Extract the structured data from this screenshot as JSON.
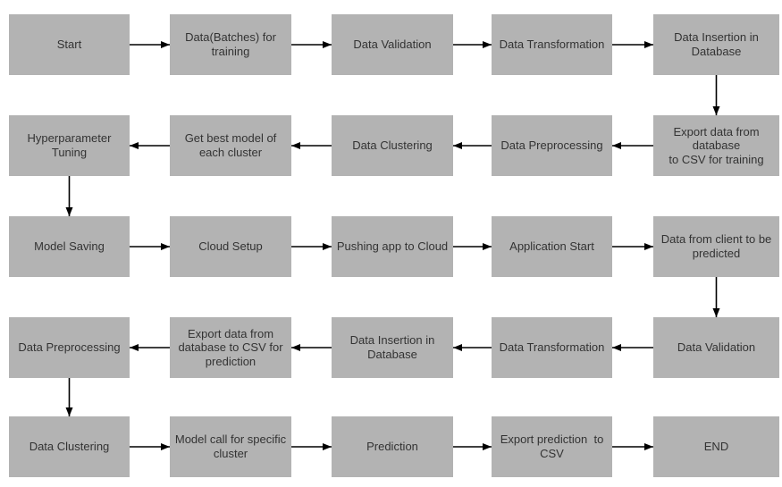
{
  "colors": {
    "box_fill": "#b3b3b3",
    "text": "#333333",
    "arrow": "#000000",
    "background": "#ffffff"
  },
  "diagram": {
    "title": "ML training and prediction pipeline flowchart",
    "nodes": [
      {
        "id": "start",
        "label": "Start",
        "row": 0,
        "col": 0
      },
      {
        "id": "data-batches-training",
        "label": "Data(Batches) for\ntraining",
        "row": 0,
        "col": 1
      },
      {
        "id": "data-validation-1",
        "label": "Data Validation",
        "row": 0,
        "col": 2
      },
      {
        "id": "data-transformation-1",
        "label": "Data Transformation",
        "row": 0,
        "col": 3
      },
      {
        "id": "data-insertion-1",
        "label": "Data Insertion in\nDatabase",
        "row": 0,
        "col": 4
      },
      {
        "id": "export-csv-training",
        "label": "Export data from\ndatabase\nto CSV for training",
        "row": 1,
        "col": 4
      },
      {
        "id": "data-preprocessing-1",
        "label": "Data Preprocessing",
        "row": 1,
        "col": 3
      },
      {
        "id": "data-clustering-1",
        "label": "Data Clustering",
        "row": 1,
        "col": 2
      },
      {
        "id": "get-best-model",
        "label": "Get best model of\neach cluster",
        "row": 1,
        "col": 1
      },
      {
        "id": "hyperparameter-tuning",
        "label": "Hyperparameter\nTuning",
        "row": 1,
        "col": 0
      },
      {
        "id": "model-saving",
        "label": "Model Saving",
        "row": 2,
        "col": 0
      },
      {
        "id": "cloud-setup",
        "label": "Cloud Setup",
        "row": 2,
        "col": 1
      },
      {
        "id": "pushing-app-to-cloud",
        "label": "Pushing app to Cloud",
        "row": 2,
        "col": 2
      },
      {
        "id": "application-start",
        "label": "Application Start",
        "row": 2,
        "col": 3
      },
      {
        "id": "data-from-client",
        "label": "Data from client to be\npredicted",
        "row": 2,
        "col": 4
      },
      {
        "id": "data-validation-2",
        "label": "Data Validation",
        "row": 3,
        "col": 4
      },
      {
        "id": "data-transformation-2",
        "label": "Data Transformation",
        "row": 3,
        "col": 3
      },
      {
        "id": "data-insertion-2",
        "label": "Data Insertion in\nDatabase",
        "row": 3,
        "col": 2
      },
      {
        "id": "export-csv-prediction",
        "label": "Export data from\ndatabase to CSV for\nprediction",
        "row": 3,
        "col": 1
      },
      {
        "id": "data-preprocessing-2",
        "label": "Data Preprocessing",
        "row": 3,
        "col": 0
      },
      {
        "id": "data-clustering-2",
        "label": "Data Clustering",
        "row": 4,
        "col": 0
      },
      {
        "id": "model-call-cluster",
        "label": "Model call for specific\ncluster",
        "row": 4,
        "col": 1
      },
      {
        "id": "prediction",
        "label": "Prediction",
        "row": 4,
        "col": 2
      },
      {
        "id": "export-prediction-csv",
        "label": "Export prediction  to\nCSV",
        "row": 4,
        "col": 3
      },
      {
        "id": "end",
        "label": "END",
        "row": 4,
        "col": 4
      }
    ],
    "edges": [
      {
        "from": 0,
        "to": 1
      },
      {
        "from": 1,
        "to": 2
      },
      {
        "from": 2,
        "to": 3
      },
      {
        "from": 3,
        "to": 4
      },
      {
        "from": 4,
        "to": 5
      },
      {
        "from": 5,
        "to": 6
      },
      {
        "from": 6,
        "to": 7
      },
      {
        "from": 7,
        "to": 8
      },
      {
        "from": 8,
        "to": 9
      },
      {
        "from": 9,
        "to": 10
      },
      {
        "from": 10,
        "to": 11
      },
      {
        "from": 11,
        "to": 12
      },
      {
        "from": 12,
        "to": 13
      },
      {
        "from": 13,
        "to": 14
      },
      {
        "from": 14,
        "to": 15
      },
      {
        "from": 15,
        "to": 16
      },
      {
        "from": 16,
        "to": 17
      },
      {
        "from": 17,
        "to": 18
      },
      {
        "from": 18,
        "to": 19
      },
      {
        "from": 19,
        "to": 20
      },
      {
        "from": 20,
        "to": 21
      },
      {
        "from": 21,
        "to": 22
      },
      {
        "from": 22,
        "to": 23
      },
      {
        "from": 23,
        "to": 24
      }
    ]
  }
}
